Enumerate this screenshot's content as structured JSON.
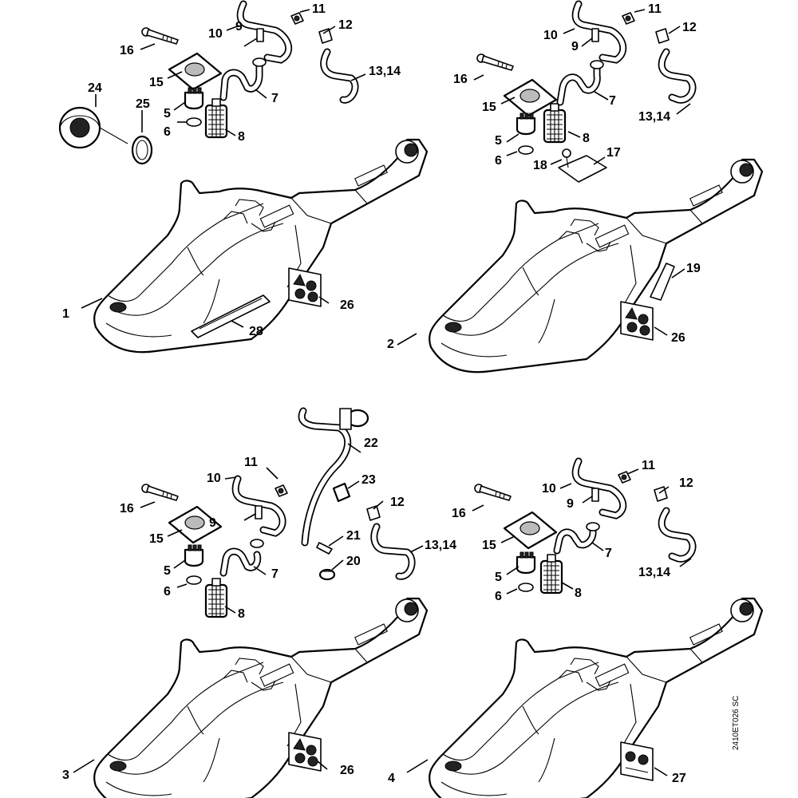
{
  "diagram": {
    "drawing_code": "2410ET026 SC",
    "panels": [
      {
        "variant": "1",
        "callouts": [
          "24",
          "25",
          "16",
          "15",
          "5",
          "6",
          "8",
          "7",
          "9",
          "10",
          "11",
          "12",
          "13,14",
          "26",
          "28"
        ]
      },
      {
        "variant": "2",
        "callouts": [
          "16",
          "15",
          "5",
          "6",
          "8",
          "7",
          "9",
          "10",
          "11",
          "12",
          "13,14",
          "17",
          "18",
          "19",
          "26"
        ]
      },
      {
        "variant": "3",
        "callouts": [
          "16",
          "15",
          "5",
          "6",
          "8",
          "7",
          "9",
          "10",
          "11",
          "12",
          "13,14",
          "22",
          "23",
          "21",
          "20",
          "26"
        ]
      },
      {
        "variant": "4",
        "callouts": [
          "16",
          "15",
          "5",
          "6",
          "8",
          "7",
          "9",
          "10",
          "11",
          "12",
          "13,14",
          "27"
        ]
      }
    ]
  }
}
